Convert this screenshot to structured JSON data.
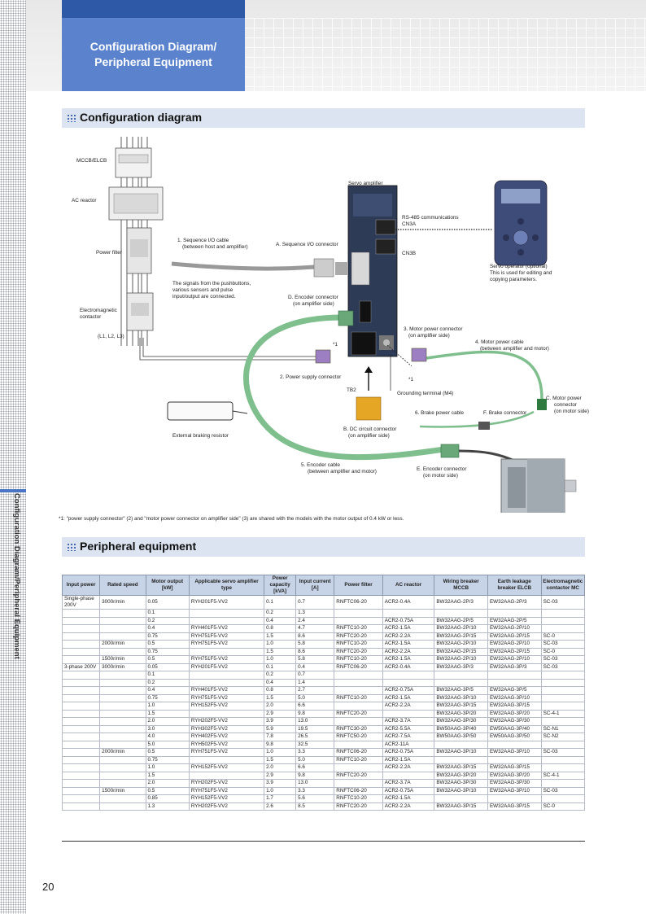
{
  "header": {
    "line1": "Configuration Diagram/",
    "line2": "Peripheral Equipment"
  },
  "side_label": "Configuration Diagram/Peripheral Equipment",
  "sections": {
    "config": "Configuration diagram",
    "peripheral": "Peripheral equipment"
  },
  "diagram": {
    "mccb": "MCCB/ELCB",
    "ac_reactor": "AC reactor",
    "power_filter": "Power filter",
    "emc1": "Electromagnetic",
    "emc2": "contactor",
    "l123": "(L1, L2, L3)",
    "servo_amp": "Servo amplifier",
    "rs485": "RS-485 communications",
    "cn3a": "CN3A",
    "cn3b": "CN3B",
    "seq_cable1": "1. Sequence I/O cable",
    "seq_cable2": "(between host and amplifier)",
    "seq_conn": "A. Sequence I/O connector",
    "signals1": "The signals from the pushbuttons,",
    "signals2": "various sensors and pulse",
    "signals3": "input/output are connected.",
    "enc_conn_d1": "D. Encoder connector",
    "enc_conn_d2": "(on amplifier side)",
    "op1": "Servo operator (optional)",
    "op2": "This is used for editing and",
    "op3": "copying parameters.",
    "motor_pc3a": "3. Motor power connector",
    "motor_pc3b": "(on amplifier side)",
    "motor_cable4a": "4. Motor power cable",
    "motor_cable4b": "(between amplifier and motor)",
    "star1a": "*1",
    "star1b": "*1",
    "psc2": "2. Power supply connector",
    "tb2": "TB2",
    "ground": "Grounding terminal (M4)",
    "mpc_c1": "C. Motor power",
    "mpc_c2": "connector",
    "mpc_c3": "(on motor side)",
    "brake6": "6. Brake power cable",
    "brakeF": "F. Brake connector",
    "ext_brake": "External braking resistor",
    "dc_b1": "B. DC circuit connector",
    "dc_b2": "(on amplifier side)",
    "enc5a": "5. Encoder cable",
    "enc5b": "(between amplifier and motor)",
    "encE1": "E. Encoder connector",
    "encE2": "(on motor side)"
  },
  "footnote": "*1: \"power supply connector\" (2) and \"motor power connector on amplifier side\" (3) are shared with the models with the motor output of 0.4 kW or less.",
  "table": {
    "headers": [
      "Input power",
      "Rated speed",
      "Motor output [kW]",
      "Applicable servo amplifier type",
      "Power capacity [kVA]",
      "Input current [A]",
      "Power filter",
      "AC reactor",
      "Wiring breaker MCCB",
      "Earth leakage breaker ELCB",
      "Electromagnetic contactor MC"
    ],
    "rows": [
      [
        "Single-phase 200V",
        "3000r/min",
        "0.05",
        "RYH201F5-VV2",
        "0.1",
        "0.7",
        "RNFTC06-20",
        "ACR2-0.4A",
        "BW32AAG-2P/3",
        "EW32AAG-2P/3",
        "SC-03"
      ],
      [
        "",
        "",
        "0.1",
        "",
        "0.2",
        "1.3",
        "",
        "",
        "",
        "",
        ""
      ],
      [
        "",
        "",
        "0.2",
        "",
        "0.4",
        "2.4",
        "",
        "ACR2-0.75A",
        "BW32AAG-2P/5",
        "EW32AAG-2P/5",
        ""
      ],
      [
        "",
        "",
        "0.4",
        "RYH401F5-VV2",
        "0.8",
        "4.7",
        "RNFTC10-20",
        "ACR2-1.5A",
        "BW32AAG-2P/10",
        "EW32AAG-2P/10",
        ""
      ],
      [
        "",
        "",
        "0.75",
        "RYH751F5-VV2",
        "1.5",
        "8.6",
        "RNFTC20-20",
        "ACR2-2.2A",
        "BW32AAG-2P/15",
        "EW32AAG-2P/15",
        "SC-0"
      ],
      [
        "",
        "2000r/min",
        "0.5",
        "RYH751F5-VV2",
        "1.0",
        "5.8",
        "RNFTC10-20",
        "ACR2-1.5A",
        "BW32AAG-2P/10",
        "EW32AAG-2P/10",
        "SC-03"
      ],
      [
        "",
        "",
        "0.75",
        "",
        "1.5",
        "8.6",
        "RNFTC20-20",
        "ACR2-2.2A",
        "BW32AAG-2P/15",
        "EW32AAG-2P/15",
        "SC-0"
      ],
      [
        "",
        "1500r/min",
        "0.5",
        "RYH751F5-VV2",
        "1.0",
        "5.8",
        "RNFTC10-20",
        "ACR2-1.5A",
        "BW32AAG-2P/10",
        "EW32AAG-2P/10",
        "SC-03"
      ],
      [
        "3-phase 200V",
        "3000r/min",
        "0.05",
        "RYH201F5-VV2",
        "0.1",
        "0.4",
        "RNFTC06-20",
        "ACR2-0.4A",
        "BW32AAG-3P/3",
        "EW32AAG-3P/3",
        "SC-03"
      ],
      [
        "",
        "",
        "0.1",
        "",
        "0.2",
        "0.7",
        "",
        "",
        "",
        "",
        ""
      ],
      [
        "",
        "",
        "0.2",
        "",
        "0.4",
        "1.4",
        "",
        "",
        "",
        "",
        ""
      ],
      [
        "",
        "",
        "0.4",
        "RYH401F5-VV2",
        "0.8",
        "2.7",
        "",
        "ACR2-0.75A",
        "BW32AAG-3P/5",
        "EW32AAG-3P/5",
        ""
      ],
      [
        "",
        "",
        "0.75",
        "RYH751F5-VV2",
        "1.5",
        "5.0",
        "RNFTC10-20",
        "ACR2-1.5A",
        "BW32AAG-3P/10",
        "EW32AAG-3P/10",
        ""
      ],
      [
        "",
        "",
        "1.0",
        "RYH152F5-VV2",
        "2.0",
        "6.6",
        "",
        "ACR2-2.2A",
        "BW32AAG-3P/15",
        "EW32AAG-3P/15",
        ""
      ],
      [
        "",
        "",
        "1.5",
        "",
        "2.9",
        "9.8",
        "RNFTC20-20",
        "",
        "BW32AAG-3P/20",
        "EW32AAG-3P/20",
        "SC-4-1"
      ],
      [
        "",
        "",
        "2.0",
        "RYH202F5-VV2",
        "3.9",
        "13.0",
        "",
        "ACR2-3.7A",
        "BW32AAG-3P/30",
        "EW32AAG-3P/30",
        ""
      ],
      [
        "",
        "",
        "3.0",
        "RYH302F5-VV2",
        "5.9",
        "19.5",
        "RNFTC30-20",
        "ACR2-5.5A",
        "BW50AAG-3P/40",
        "EW50AAG-3P/40",
        "SC-N1"
      ],
      [
        "",
        "",
        "4.0",
        "RYH402F5-VV2",
        "7.8",
        "26.5",
        "RNFTC50-20",
        "ACR2-7.5A",
        "BW50AAG-3P/50",
        "EW50AAG-3P/50",
        "SC-N2"
      ],
      [
        "",
        "",
        "5.0",
        "RYH502F5-VV2",
        "9.8",
        "32.5",
        "",
        "ACR2-11A",
        "",
        "",
        ""
      ],
      [
        "",
        "2000r/min",
        "0.5",
        "RYH751F5-VV2",
        "1.0",
        "3.3",
        "RNFTC06-20",
        "ACR2-0.75A",
        "BW32AAG-3P/10",
        "EW32AAG-3P/10",
        "SC-03"
      ],
      [
        "",
        "",
        "0.75",
        "",
        "1.5",
        "5.0",
        "RNFTC10-20",
        "ACR2-1.5A",
        "",
        "",
        ""
      ],
      [
        "",
        "",
        "1.0",
        "RYH152F5-VV2",
        "2.0",
        "6.6",
        "",
        "ACR2-2.2A",
        "BW32AAG-3P/15",
        "EW32AAG-3P/15",
        ""
      ],
      [
        "",
        "",
        "1.5",
        "",
        "2.9",
        "9.8",
        "RNFTC20-20",
        "",
        "BW32AAG-3P/20",
        "EW32AAG-3P/20",
        "SC-4-1"
      ],
      [
        "",
        "",
        "2.0",
        "RYH202F5-VV2",
        "3.9",
        "13.0",
        "",
        "ACR2-3.7A",
        "BW32AAG-3P/30",
        "EW32AAG-3P/30",
        ""
      ],
      [
        "",
        "1500r/min",
        "0.5",
        "RYH751F5-VV2",
        "1.0",
        "3.3",
        "RNFTC06-20",
        "ACR2-0.75A",
        "BW32AAG-3P/10",
        "EW32AAG-3P/10",
        "SC-03"
      ],
      [
        "",
        "",
        "0.85",
        "RYH152F5-VV2",
        "1.7",
        "5.6",
        "RNFTC10-20",
        "ACR2-1.5A",
        "",
        "",
        ""
      ],
      [
        "",
        "",
        "1.3",
        "RYH202F5-VV2",
        "2.6",
        "8.5",
        "RNFTC20-20",
        "ACR2-2.2A",
        "BW32AAG-3P/15",
        "EW32AAG-3P/15",
        "SC-0"
      ]
    ]
  },
  "page_number": "20"
}
